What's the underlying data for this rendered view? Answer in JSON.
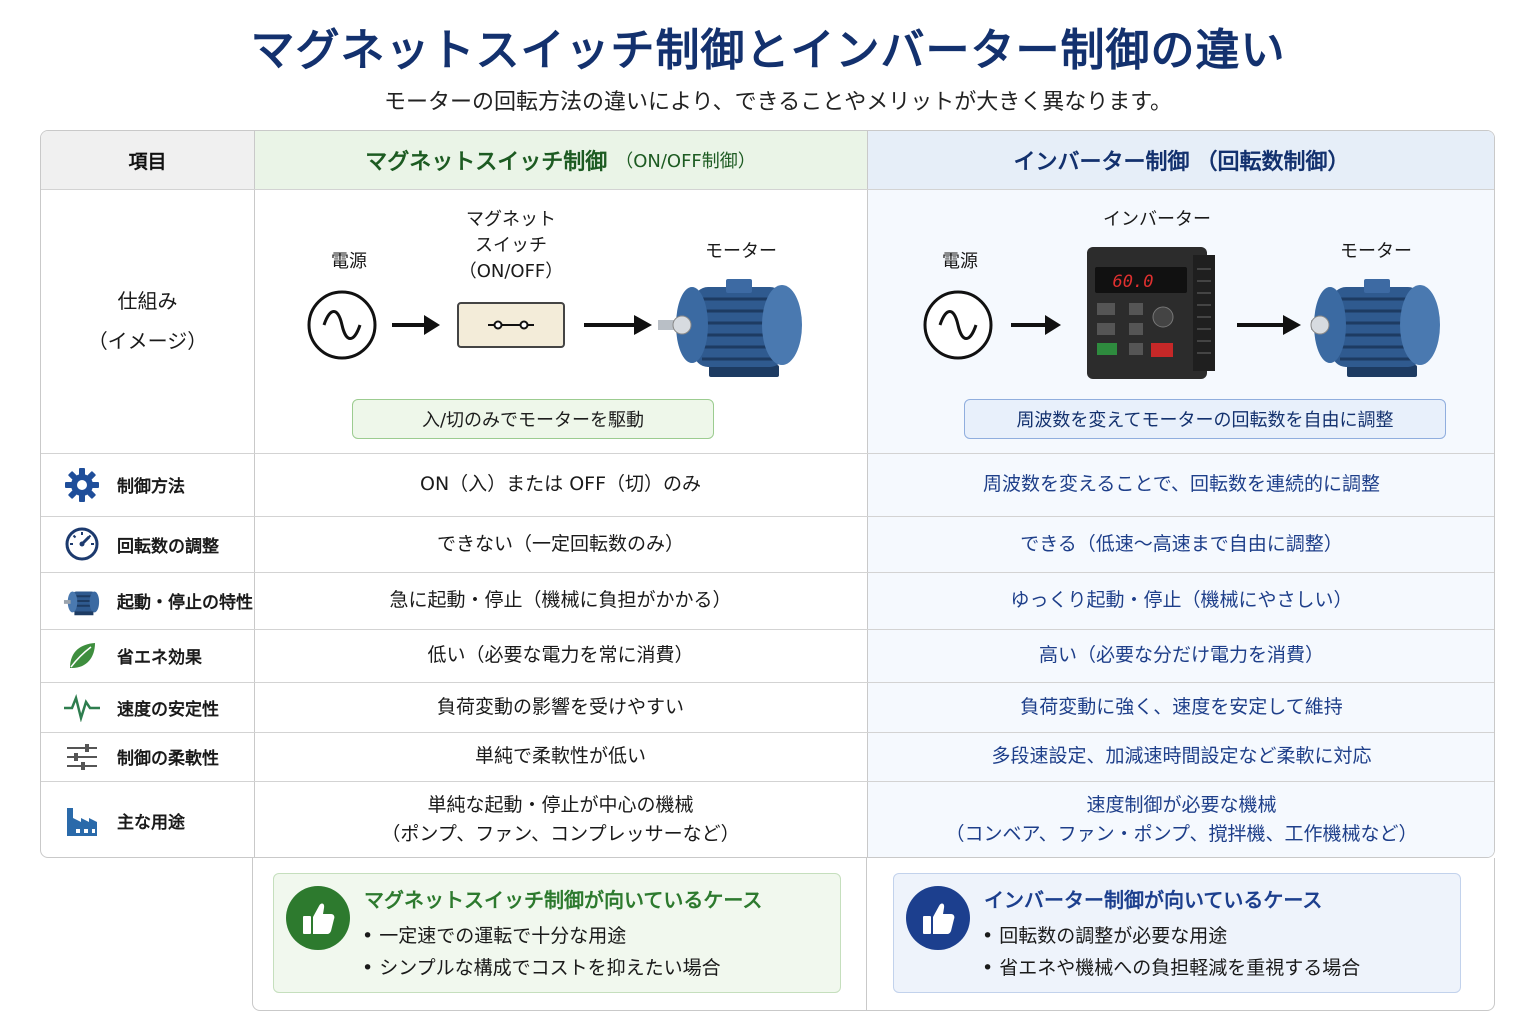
{
  "title": "マグネットスイッチ制御とインバーター制御の違い",
  "subtitle": "モーターの回転方法の違いにより、できることやメリットが大きく異なります。",
  "header": {
    "item": "項目",
    "magnet": "マグネットスイッチ制御",
    "magnet_sub": "（ON/OFF制御）",
    "inverter": "インバーター制御",
    "inverter_sub": "（回転数制御）"
  },
  "mechanism": {
    "label_line1": "仕組み",
    "label_line2": "（イメージ）",
    "magnet": {
      "power": "電源",
      "switch_l1": "マグネット",
      "switch_l2": "スイッチ",
      "switch_l3": "（ON/OFF）",
      "motor": "モーター",
      "caption": "入/切のみでモーターを駆動"
    },
    "inverter": {
      "power": "電源",
      "device": "インバーター",
      "motor": "モーター",
      "display": "60.0",
      "caption": "周波数を変えてモーターの回転数を自由に調整"
    }
  },
  "rows": [
    {
      "label": "制御方法",
      "icon": "gear-icon",
      "magnet": "ON（入）または OFF（切）のみ",
      "inverter": "周波数を変えることで、回転数を連続的に調整"
    },
    {
      "label": "回転数の調整",
      "icon": "speedometer-icon",
      "magnet": "できない（一定回転数のみ）",
      "inverter": "できる（低速〜高速まで自由に調整）"
    },
    {
      "label": "起動・停止の特性",
      "icon": "motor-icon",
      "magnet": "急に起動・停止（機械に負担がかかる）",
      "inverter": "ゆっくり起動・停止（機械にやさしい）"
    },
    {
      "label": "省エネ効果",
      "icon": "leaf-icon",
      "magnet": "低い（必要な電力を常に消費）",
      "inverter": "高い（必要な分だけ電力を消費）"
    },
    {
      "label": "速度の安定性",
      "icon": "pulse-icon",
      "magnet": "負荷変動の影響を受けやすい",
      "inverter": "負荷変動に強く、速度を安定して維持"
    },
    {
      "label": "制御の柔軟性",
      "icon": "sliders-icon",
      "magnet": "単純で柔軟性が低い",
      "inverter": "多段速設定、加減速時間設定など柔軟に対応"
    },
    {
      "label": "主な用途",
      "icon": "factory-icon",
      "magnet": "単純な起動・停止が中心の機械",
      "magnet2": "（ポンプ、ファン、コンプレッサーなど）",
      "inverter": "速度制御が必要な機械",
      "inverter2": "（コンベア、ファン・ポンプ、撹拌機、工作機械など）"
    }
  ],
  "cases": {
    "magnet": {
      "title": "マグネットスイッチ制御が向いているケース",
      "items": [
        "一定速での運転で十分な用途",
        "シンプルな構成でコストを抑えたい場合"
      ]
    },
    "inverter": {
      "title": "インバーター制御が向いているケース",
      "items": [
        "回転数の調整が必要な用途",
        "省エネや機械への負担軽減を重視する場合"
      ]
    }
  },
  "colors": {
    "title": "#13316e",
    "magnet_accent": "#2d7a2e",
    "inverter_accent": "#1c3f8e",
    "icon_blue": "#1f4e9a"
  }
}
